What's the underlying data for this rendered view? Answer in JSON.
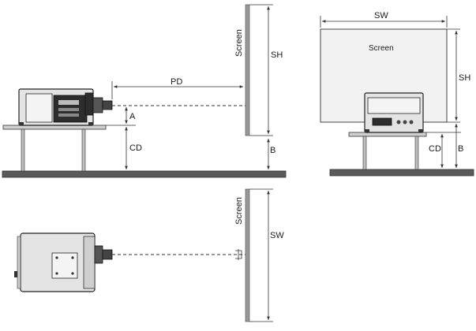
{
  "views": {
    "side": {
      "screen_label": "Screen",
      "dim_pd": "PD",
      "dim_sh": "SH",
      "dim_a": "A",
      "dim_cd": "CD",
      "dim_b": "B"
    },
    "front": {
      "screen_label": "Screen",
      "dim_sw": "SW",
      "dim_sh": "SH",
      "dim_cd": "CD",
      "dim_b": "B"
    },
    "top": {
      "screen_label": "Screen",
      "dim_sw": "SW"
    }
  }
}
